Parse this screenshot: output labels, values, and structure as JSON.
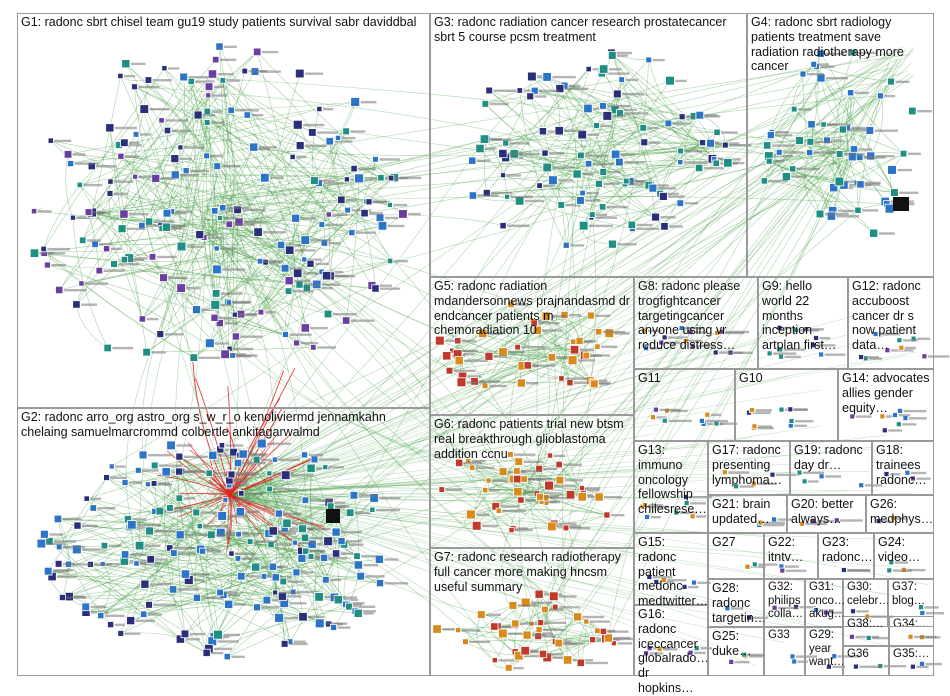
{
  "groups": [
    {
      "id": "G1",
      "label": "G1: radonc sbrt chisel team gu19 study patients survival sabr daviddbal"
    },
    {
      "id": "G2",
      "label": "G2: radonc arro_org astro_org s_w_r_o kenoliviermd jennamkahn chelaing samuelmarcrommd colbertle ankitagarwalmd"
    },
    {
      "id": "G3",
      "label": "G3: radonc radiation cancer research prostatecancer sbrt 5 course pcsm treatment"
    },
    {
      "id": "G4",
      "label": "G4: radonc sbrt radiology patients treatment save radiation radiotherapy more cancer"
    },
    {
      "id": "G5",
      "label": "G5: radonc radiation mdandersonnews prajnandasmd dr endcancer patients m chemoradiation 10"
    },
    {
      "id": "G6",
      "label": "G6: radonc patients trial new btsm real breakthrough glioblastoma addition ccnu"
    },
    {
      "id": "G7",
      "label": "G7: radonc research radiotherapy full cancer more making hncsm useful summary"
    },
    {
      "id": "G8",
      "label": "G8: radonc please trogfightcancer targetingcancer anyone using vr reduce distress…"
    },
    {
      "id": "G9",
      "label": "G9: hello world 22 months inception artplan first…"
    },
    {
      "id": "G10",
      "label": "G10"
    },
    {
      "id": "G11",
      "label": "G11"
    },
    {
      "id": "G12",
      "label": "G12: radonc accuboost cancer dr s now patient data…"
    },
    {
      "id": "G13",
      "label": "G13: immuno oncology fellowship chilesrese…"
    },
    {
      "id": "G14",
      "label": "G14: advocates allies gender equity…"
    },
    {
      "id": "G15",
      "label": "G15: radonc patient medonc medtwitter…"
    },
    {
      "id": "G16",
      "label": "G16: radonc iceccancer globalrado… dr hopkins…"
    },
    {
      "id": "G17",
      "label": "G17: radonc presenting lymphoma…"
    },
    {
      "id": "G18",
      "label": "G18: trainees radonc…"
    },
    {
      "id": "G19",
      "label": "G19: radonc day dr…"
    },
    {
      "id": "G20",
      "label": "G20: better always…"
    },
    {
      "id": "G21",
      "label": "G21: brain updated…"
    },
    {
      "id": "G22",
      "label": "G22: itntv…"
    },
    {
      "id": "G23",
      "label": "G23: radonc…"
    },
    {
      "id": "G24",
      "label": "G24: video…"
    },
    {
      "id": "G25",
      "label": "G25: duke…"
    },
    {
      "id": "G26",
      "label": "G26: medphys…"
    },
    {
      "id": "G27",
      "label": "G27"
    },
    {
      "id": "G28",
      "label": "G28: radonc targetin…"
    },
    {
      "id": "G29",
      "label": "G29: year want…"
    },
    {
      "id": "G30",
      "label": "G30: celebr…"
    },
    {
      "id": "G31",
      "label": "G31: onco… akug…"
    },
    {
      "id": "G32",
      "label": "G32: philips colla…"
    },
    {
      "id": "G33",
      "label": "G33"
    },
    {
      "id": "G34",
      "label": "G34:…"
    },
    {
      "id": "G35",
      "label": "G35:…"
    },
    {
      "id": "G36",
      "label": "G36"
    },
    {
      "id": "G37",
      "label": "G37: blog…"
    },
    {
      "id": "G38",
      "label": "G38:…"
    }
  ],
  "colors": {
    "edge_green": "#3f9a3f",
    "edge_red": "#e01e1e",
    "border": "#9a9a9a",
    "node_blue": "#2c74c8",
    "node_navy": "#2a2f7a",
    "node_teal": "#1f8f84",
    "node_red": "#c0392b",
    "node_orange": "#d98a1c",
    "node_purple": "#6b3fa0"
  }
}
